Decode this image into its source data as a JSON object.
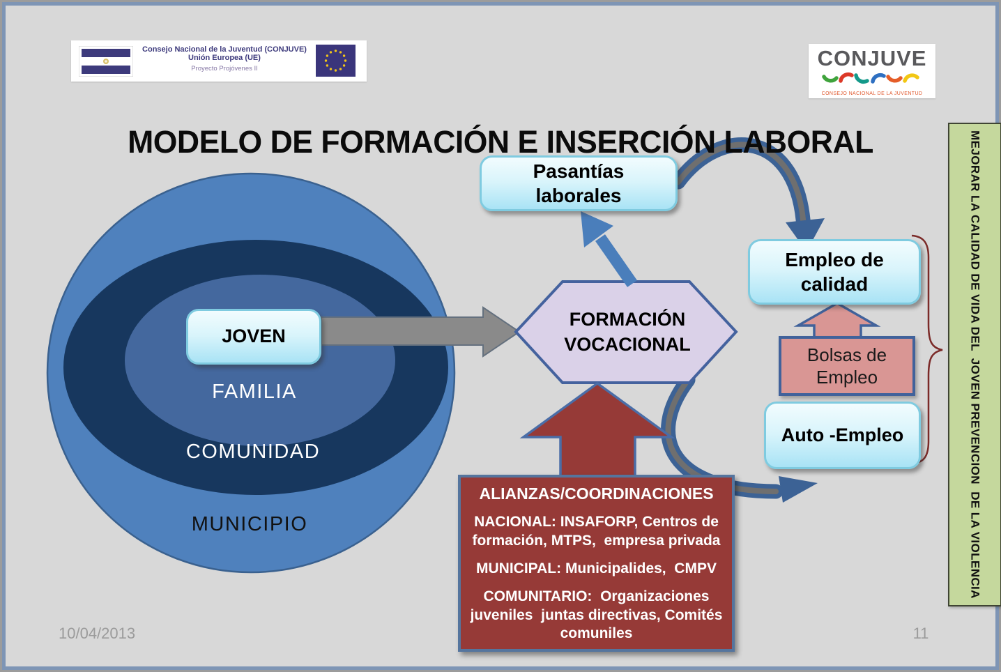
{
  "slide": {
    "title": "MODELO DE FORMACIÓN E INSERCIÓN LABORAL",
    "date": "10/04/2013",
    "page_number": "11"
  },
  "header_banner": {
    "line1": "Consejo Nacional de la Juventud (CONJUVE)",
    "line2": "Unión Europea (UE)",
    "line3": "Proyecto Projóvenes II"
  },
  "conjuve_logo": {
    "wordmark": "CONJUVE",
    "tagline": "CONSEJO NACIONAL DE LA JUVENTUD"
  },
  "context_rings": {
    "center": "JOVEN",
    "ring_inner": "FAMILIA",
    "ring_middle": "COMUNIDAD",
    "ring_outer": "MUNICIPIO"
  },
  "nodes": {
    "formacion": "FORMACIÓN VOCACIONAL",
    "pasantias": "Pasantías laborales",
    "empleo_calidad": "Empleo de calidad",
    "bolsas": "Bolsas de Empleo",
    "auto_empleo": "Auto -Empleo"
  },
  "alianzas_box": {
    "title": "ALIANZAS/COORDINACIONES",
    "nacional": "NACIONAL: INSAFORP, Centros de formación, MTPS,  empresa privada",
    "municipal": "MUNICIPAL: Municipalides,  CMPV",
    "comunitario": "COMUNITARIO:  Organizaciones juveniles  juntas directivas, Comités  comuniles"
  },
  "side_banner": {
    "text": "MEJORAR LA CALIDAD DE VIDA DEL  JOVEN PREVENCION  DE LA VIOLENCIA"
  },
  "colors": {
    "slide_bg": "#d8d8d8",
    "frame_border": "#7e95b5",
    "ring_outer": "#4f81bd",
    "ring_middle": "#17375e",
    "ring_inner": "#44689e",
    "cyan_box": "#bfeaf8",
    "hexagon_fill": "#dad1e8",
    "hexagon_border": "#44629e",
    "salmon": "#d99694",
    "dark_red": "#963a37",
    "red_box_border": "#55759e",
    "arrow_blue": "#4a7ebb",
    "curve_blue": "#3c6295",
    "gray_arrow": "#8a8a8a",
    "green_banner": "#c5d89d",
    "brace": "#7b2a28"
  }
}
